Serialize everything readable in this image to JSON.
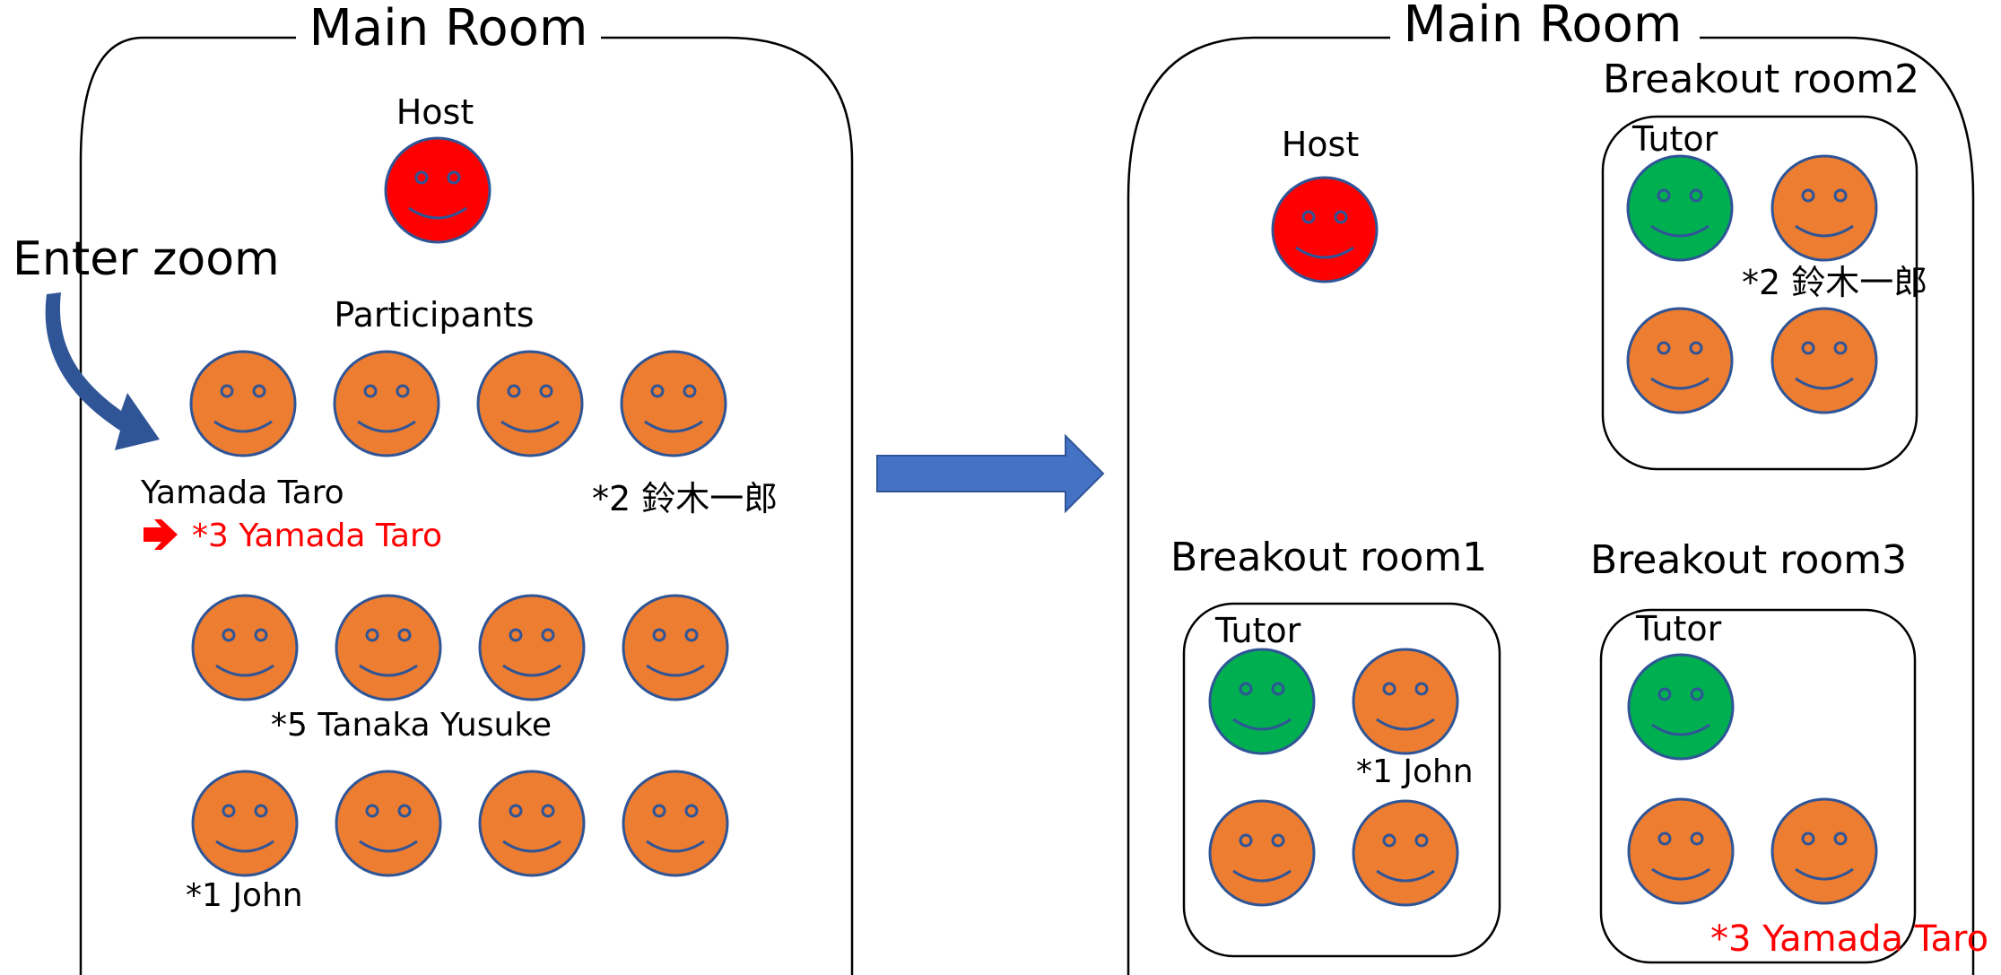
{
  "left": {
    "main_room_title": "Main Room",
    "host_label": "Host",
    "participants_label": "Participants",
    "enter_zoom_label": "Enter zoom",
    "name_yamada": "Yamada Taro",
    "name_yamada_renamed": "*3 Yamada Taro",
    "name_suzuki": "*2 鈴木一郎",
    "name_tanaka": "*5 Tanaka Yusuke",
    "name_john": "*1 John"
  },
  "right": {
    "main_room_title": "Main Room",
    "host_label": "Host",
    "room1": {
      "title": "Breakout room1",
      "tutor_label": "Tutor",
      "name_john": "*1 John"
    },
    "room2": {
      "title": "Breakout room2",
      "tutor_label": "Tutor",
      "name_suzuki": "*2 鈴木一郎"
    },
    "room3": {
      "title": "Breakout room3",
      "tutor_label": "Tutor",
      "name_yamada": "*3 Yamada Taro"
    }
  },
  "colors": {
    "host": "#ff0000",
    "participant": "#ed7d31",
    "tutor": "#00b050",
    "face_line": "#2f5597",
    "arrow": "#4472c4",
    "curved_arrow": "#2f5597",
    "highlight_text": "#ff0000"
  }
}
